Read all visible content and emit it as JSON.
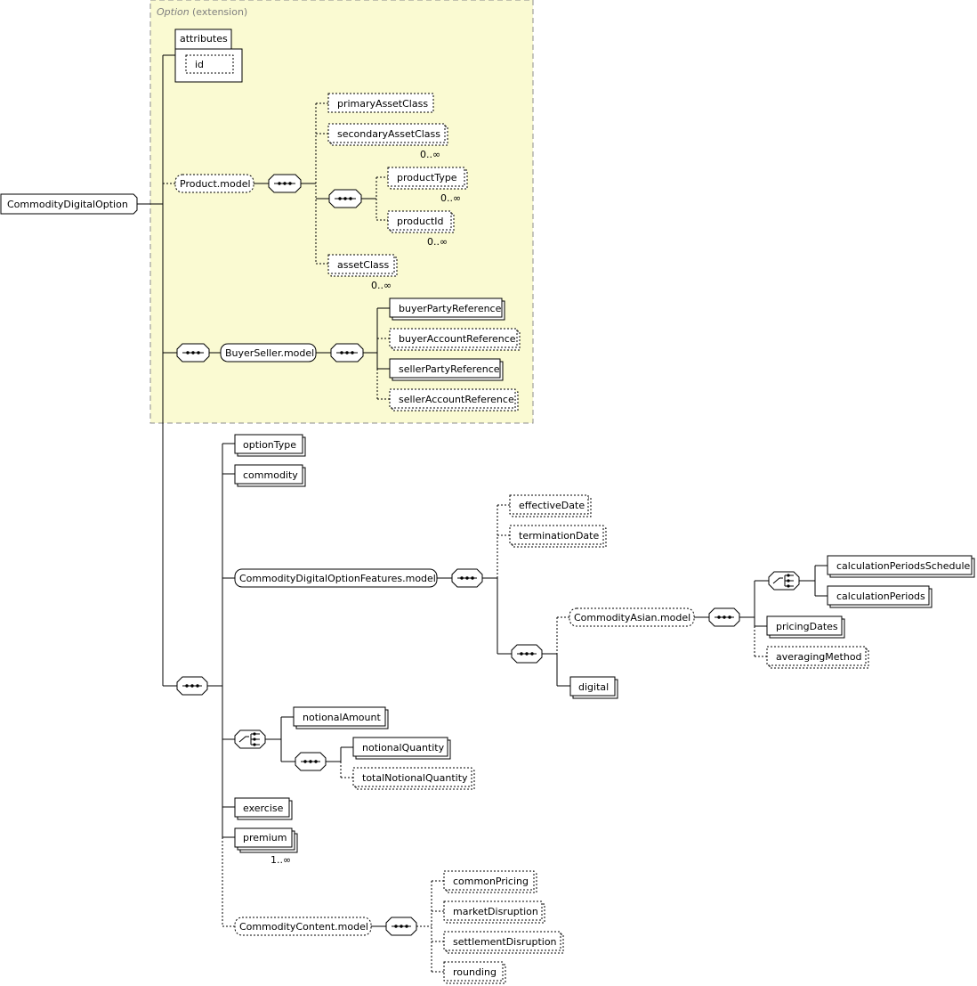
{
  "extension": {
    "name": "Option",
    "kind": "(extension)"
  },
  "root": {
    "label": "CommodityDigitalOption"
  },
  "attributes": {
    "label": "attributes",
    "id_label": "id"
  },
  "product_model": {
    "label": "Product.model",
    "primary": "primaryAssetClass",
    "secondary": "secondaryAssetClass",
    "secondary_card": "0..∞",
    "product_type": "productType",
    "product_type_card": "0..∞",
    "product_id": "productId",
    "product_id_card": "0..∞",
    "asset_class": "assetClass",
    "asset_class_card": "0..∞"
  },
  "buyer_seller": {
    "label": "BuyerSeller.model",
    "buyer_party": "buyerPartyReference",
    "buyer_account": "buyerAccountReference",
    "seller_party": "sellerPartyReference",
    "seller_account": "sellerAccountReference"
  },
  "main": {
    "option_type": "optionType",
    "commodity": "commodity",
    "features_model": "CommodityDigitalOptionFeatures.model",
    "effective_date": "effectiveDate",
    "termination_date": "terminationDate",
    "asian_model": "CommodityAsian.model",
    "calc_schedule": "calculationPeriodsSchedule",
    "calc_periods": "calculationPeriods",
    "pricing_dates": "pricingDates",
    "averaging_method": "averagingMethod",
    "digital": "digital",
    "notional_amount": "notionalAmount",
    "notional_quantity": "notionalQuantity",
    "total_notional_quantity": "totalNotionalQuantity",
    "exercise": "exercise",
    "premium": "premium",
    "premium_card": "1..∞",
    "content_model": "CommodityContent.model",
    "common_pricing": "commonPricing",
    "market_disruption": "marketDisruption",
    "settlement_disruption": "settlementDisruption",
    "rounding": "rounding"
  }
}
